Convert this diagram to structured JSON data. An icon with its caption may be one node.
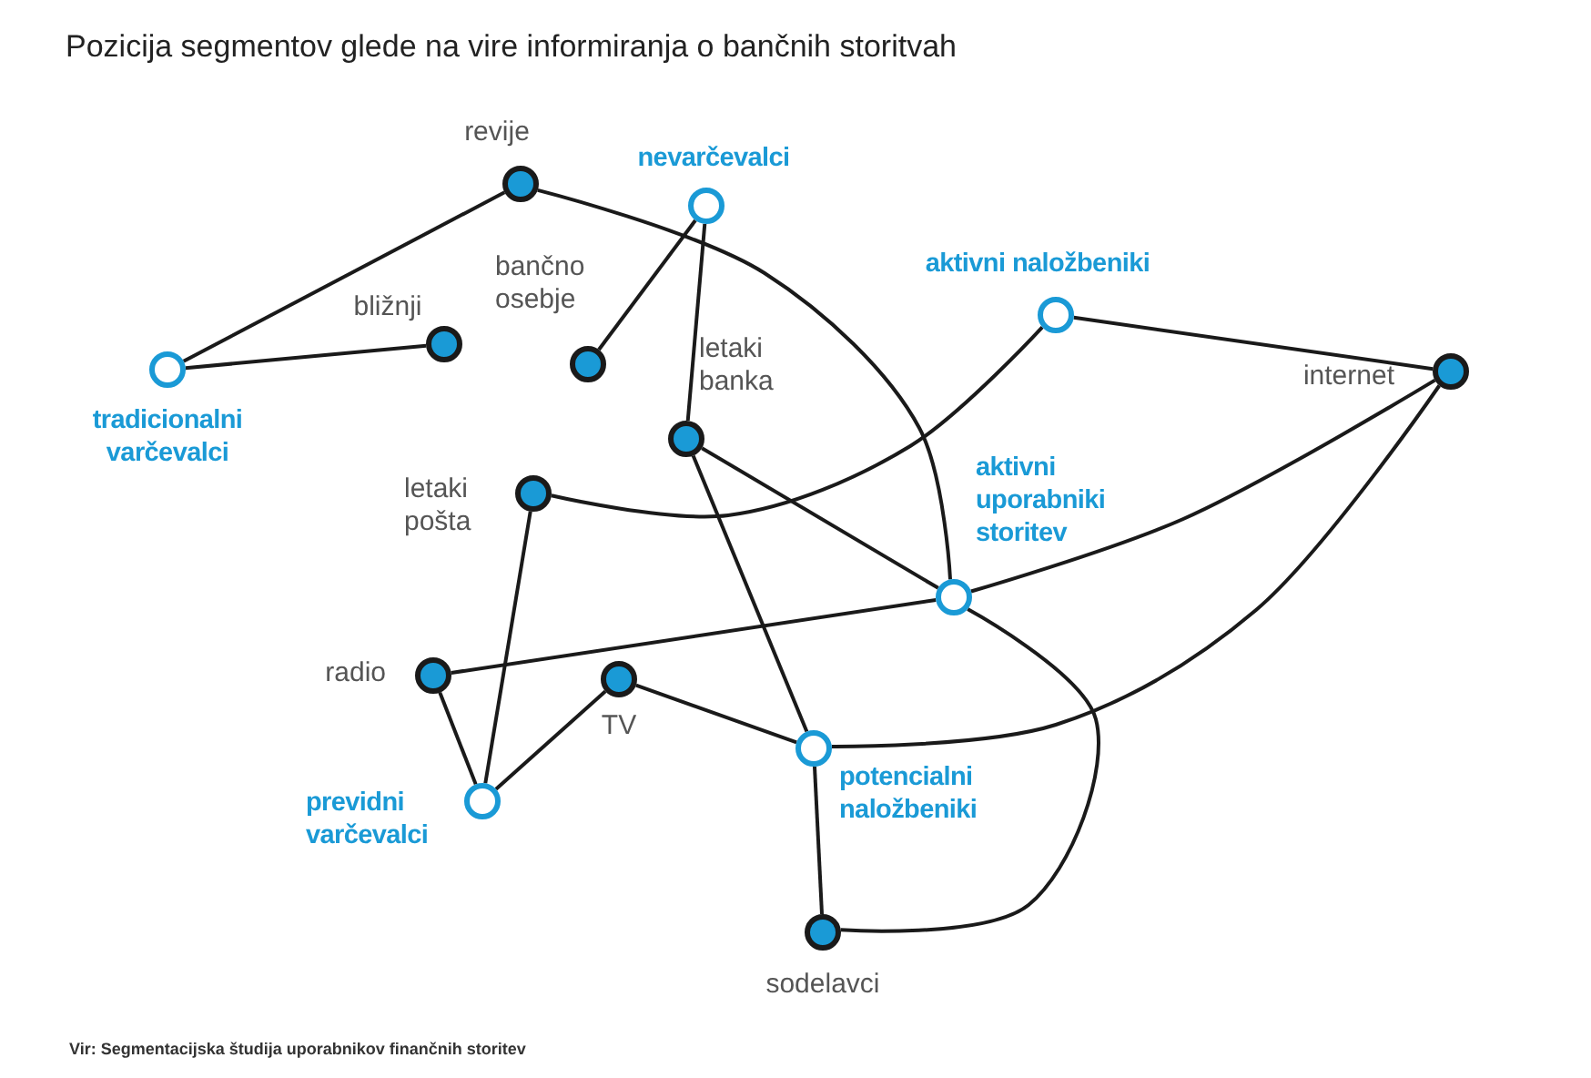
{
  "diagram": {
    "title": "Pozicija segmentov glede na vire informiranja o bančnih storitvah",
    "caption": "Vir: Segmentacijska študija uporabnikov finančnih storitev",
    "nodes": [
      {
        "text": [
          "revije"
        ]
      },
      {
        "text": [
          "nevarčevalci"
        ]
      },
      {
        "text": [
          "bližnji"
        ]
      },
      {
        "text": [
          "bančno osebje"
        ]
      },
      {
        "text": [
          "tradicionalni varčevalci"
        ]
      },
      {
        "text": [
          "aktivni naložbeniki"
        ]
      },
      {
        "text": [
          "internet"
        ]
      },
      {
        "text": [
          "letaki banka"
        ]
      },
      {
        "text": [
          "letaki pošta"
        ]
      },
      {
        "text": [
          "aktivni uporabniki storitev"
        ]
      },
      {
        "text": [
          "radio"
        ]
      },
      {
        "text": [
          "TV"
        ]
      },
      {
        "text": [
          "previdni varčevalci"
        ]
      },
      {
        "text": [
          "potencialni naložbeniki"
        ]
      },
      {
        "text": [
          "sodelavci"
        ]
      }
    ],
    "edges": [
      {
        "from": 0,
        "to": 4,
        "arrow": "none"
      },
      {
        "from": 4,
        "to": 2,
        "arrow": "none"
      },
      {
        "from": 0,
        "to": 9,
        "arrow": "none"
      },
      {
        "from": 1,
        "to": 3,
        "arrow": "none"
      },
      {
        "from": 1,
        "to": 7,
        "arrow": "none"
      },
      {
        "from": 5,
        "to": 6,
        "arrow": "none"
      },
      {
        "from": 8,
        "to": 5,
        "arrow": "none"
      },
      {
        "from": 7,
        "to": 9,
        "arrow": "none"
      },
      {
        "from": 7,
        "to": 13,
        "arrow": "none"
      },
      {
        "from": 6,
        "to": 9,
        "arrow": "none"
      },
      {
        "from": 6,
        "to": 13,
        "arrow": "none"
      },
      {
        "from": 10,
        "to": 9,
        "arrow": "none"
      },
      {
        "from": 10,
        "to": 12,
        "arrow": "none"
      },
      {
        "from": 8,
        "to": 12,
        "arrow": "none"
      },
      {
        "from": 12,
        "to": 11,
        "arrow": "none"
      },
      {
        "from": 11,
        "to": 13,
        "arrow": "none"
      },
      {
        "from": 13,
        "to": 14,
        "arrow": "none"
      },
      {
        "from": 9,
        "to": 14,
        "arrow": "none"
      }
    ]
  }
}
